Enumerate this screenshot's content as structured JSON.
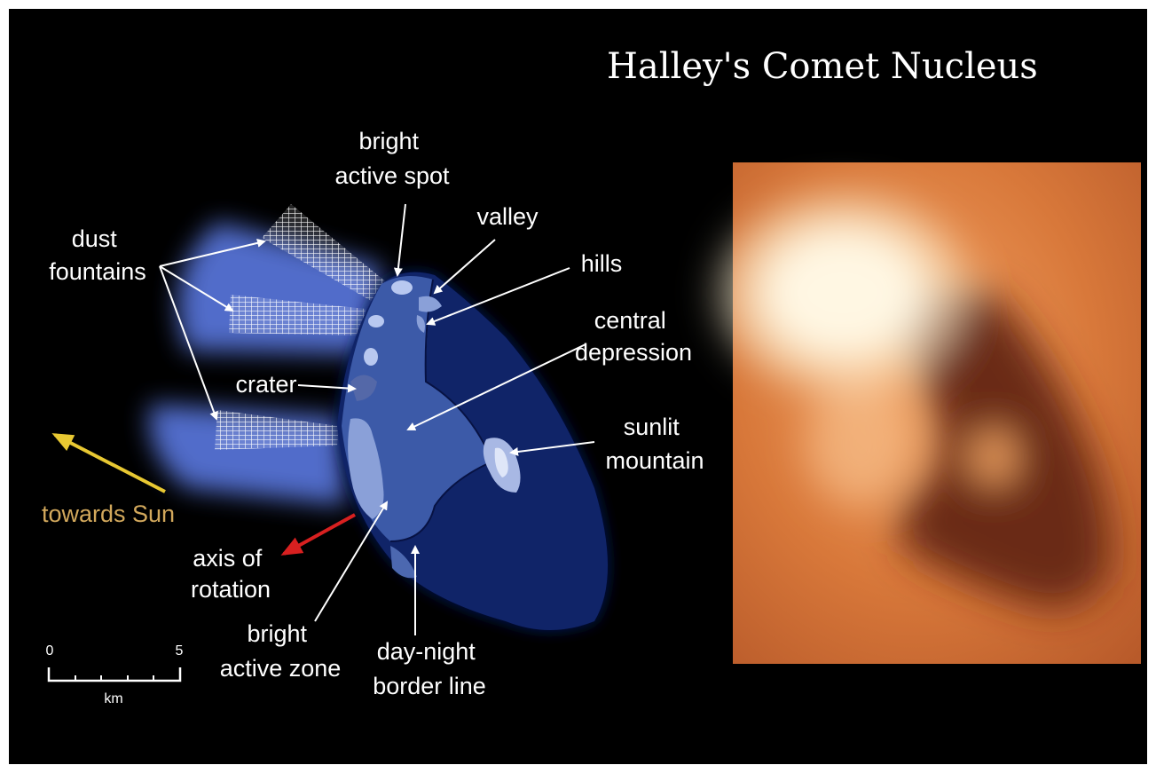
{
  "title": "Halley's Comet Nucleus",
  "labels": {
    "bright_active_spot": [
      "bright",
      "active spot"
    ],
    "valley": "valley",
    "hills": "hills",
    "central_depression": [
      "central",
      "depression"
    ],
    "dust_fountains": [
      "dust",
      "fountains"
    ],
    "crater": "crater",
    "sunlit_mountain": [
      "sunlit",
      "mountain"
    ],
    "towards_sun": "towards Sun",
    "axis_of_rotation": [
      "axis of",
      "rotation"
    ],
    "bright_active_zone": [
      "bright",
      "active zone"
    ],
    "day_night_border": [
      "day-night",
      "border line"
    ]
  },
  "scale": {
    "start": "0",
    "end": "5",
    "unit": "km"
  },
  "colors": {
    "background": "#000000",
    "nucleus_dark": "#0c1c5e",
    "nucleus_mid": "#3c5aa8",
    "nucleus_light": "#8aa0d8",
    "dust_glow": "#5a78e0",
    "sun_arrow": "#e8c832",
    "rotation_arrow": "#d82020",
    "photo_orange": "#d8783a"
  }
}
